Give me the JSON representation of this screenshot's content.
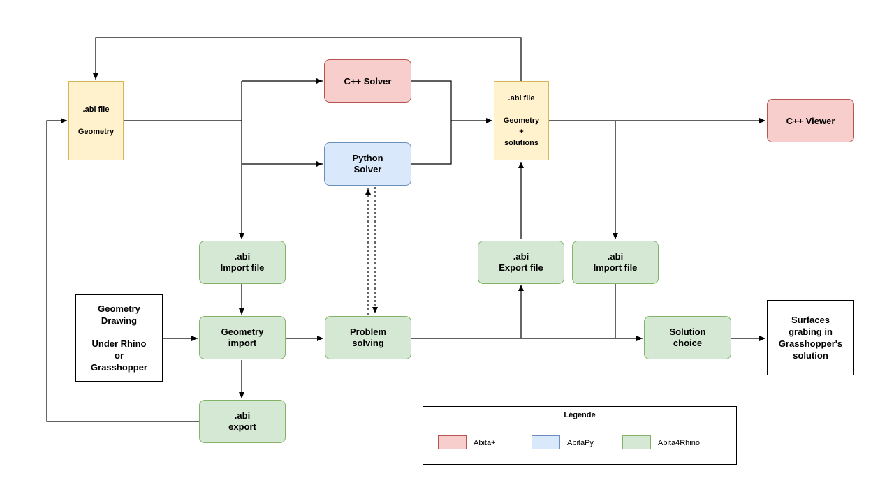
{
  "nodes": {
    "abi_geometry": {
      "line1": ".abi file",
      "line2": "Geometry"
    },
    "cpp_solver": {
      "label": "C++ Solver"
    },
    "python_solver": {
      "line1": "Python",
      "line2": "Solver"
    },
    "abi_solutions": {
      "line1": ".abi file",
      "line2": "Geometry",
      "line3": "+",
      "line4": "solutions"
    },
    "cpp_viewer": {
      "label": "C++ Viewer"
    },
    "import_file_left": {
      "line1": ".abi",
      "line2": "Import file"
    },
    "export_file": {
      "line1": ".abi",
      "line2": "Export file"
    },
    "import_file_right": {
      "line1": ".abi",
      "line2": "Import file"
    },
    "geometry_drawing": {
      "line1": "Geometry",
      "line2": "Drawing",
      "line3": "Under Rhino",
      "line4": "or",
      "line5": "Grasshopper"
    },
    "geometry_import": {
      "line1": "Geometry",
      "line2": "import"
    },
    "problem_solving": {
      "line1": "Problem",
      "line2": "solving"
    },
    "solution_choice": {
      "line1": "Solution",
      "line2": "choice"
    },
    "surfaces": {
      "line1": "Surfaces",
      "line2": "grabing in",
      "line3": "Grasshopper's",
      "line4": "solution"
    },
    "abi_export": {
      "line1": ".abi",
      "line2": "export"
    }
  },
  "legend": {
    "title": "Légende",
    "items": [
      {
        "label": "Abita+",
        "color": "#f8cecc",
        "border": "#b85450"
      },
      {
        "label": "AbitaPy",
        "color": "#dae8fc",
        "border": "#6c8ebf"
      },
      {
        "label": "Abita4Rhino",
        "color": "#d5e8d4",
        "border": "#82b366"
      }
    ]
  },
  "colors": {
    "abita_plus": "#f8cecc",
    "abitapy": "#dae8fc",
    "abita4rhino": "#d5e8d4",
    "abi_file": "#fff2cc",
    "edge": "#000000"
  }
}
